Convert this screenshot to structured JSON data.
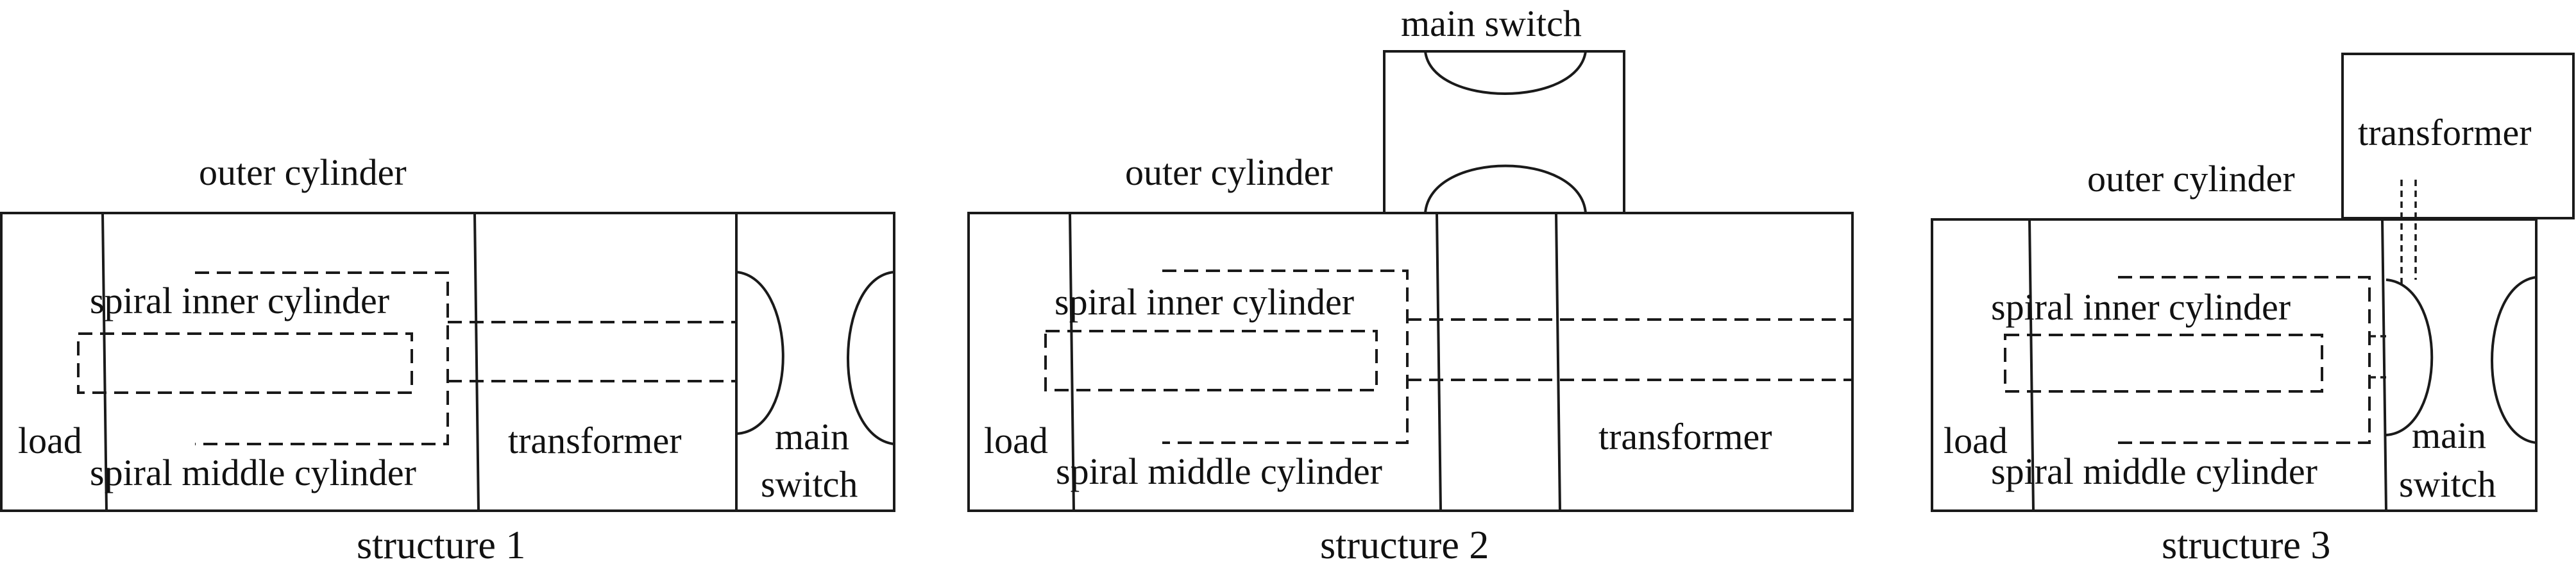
{
  "structures": [
    {
      "caption": "structure 1",
      "labels": {
        "outer_cylinder": "outer cylinder",
        "spiral_inner_cylinder": "spiral inner cylinder",
        "spiral_middle_cylinder": "spiral middle cylinder",
        "load": "load",
        "transformer": "transformer",
        "main_switch_line1": "main",
        "main_switch_line2": "switch"
      }
    },
    {
      "caption": "structure 2",
      "labels": {
        "main_switch": "main switch",
        "outer_cylinder": "outer cylinder",
        "spiral_inner_cylinder": "spiral inner cylinder",
        "spiral_middle_cylinder": "spiral middle cylinder",
        "load": "load",
        "transformer": "transformer"
      }
    },
    {
      "caption": "structure 3",
      "labels": {
        "transformer": "transformer",
        "outer_cylinder": "outer cylinder",
        "spiral_inner_cylinder": "spiral inner cylinder",
        "spiral_middle_cylinder": "spiral middle cylinder",
        "load": "load",
        "main_switch_line1": "main",
        "main_switch_line2": "switch"
      }
    }
  ]
}
